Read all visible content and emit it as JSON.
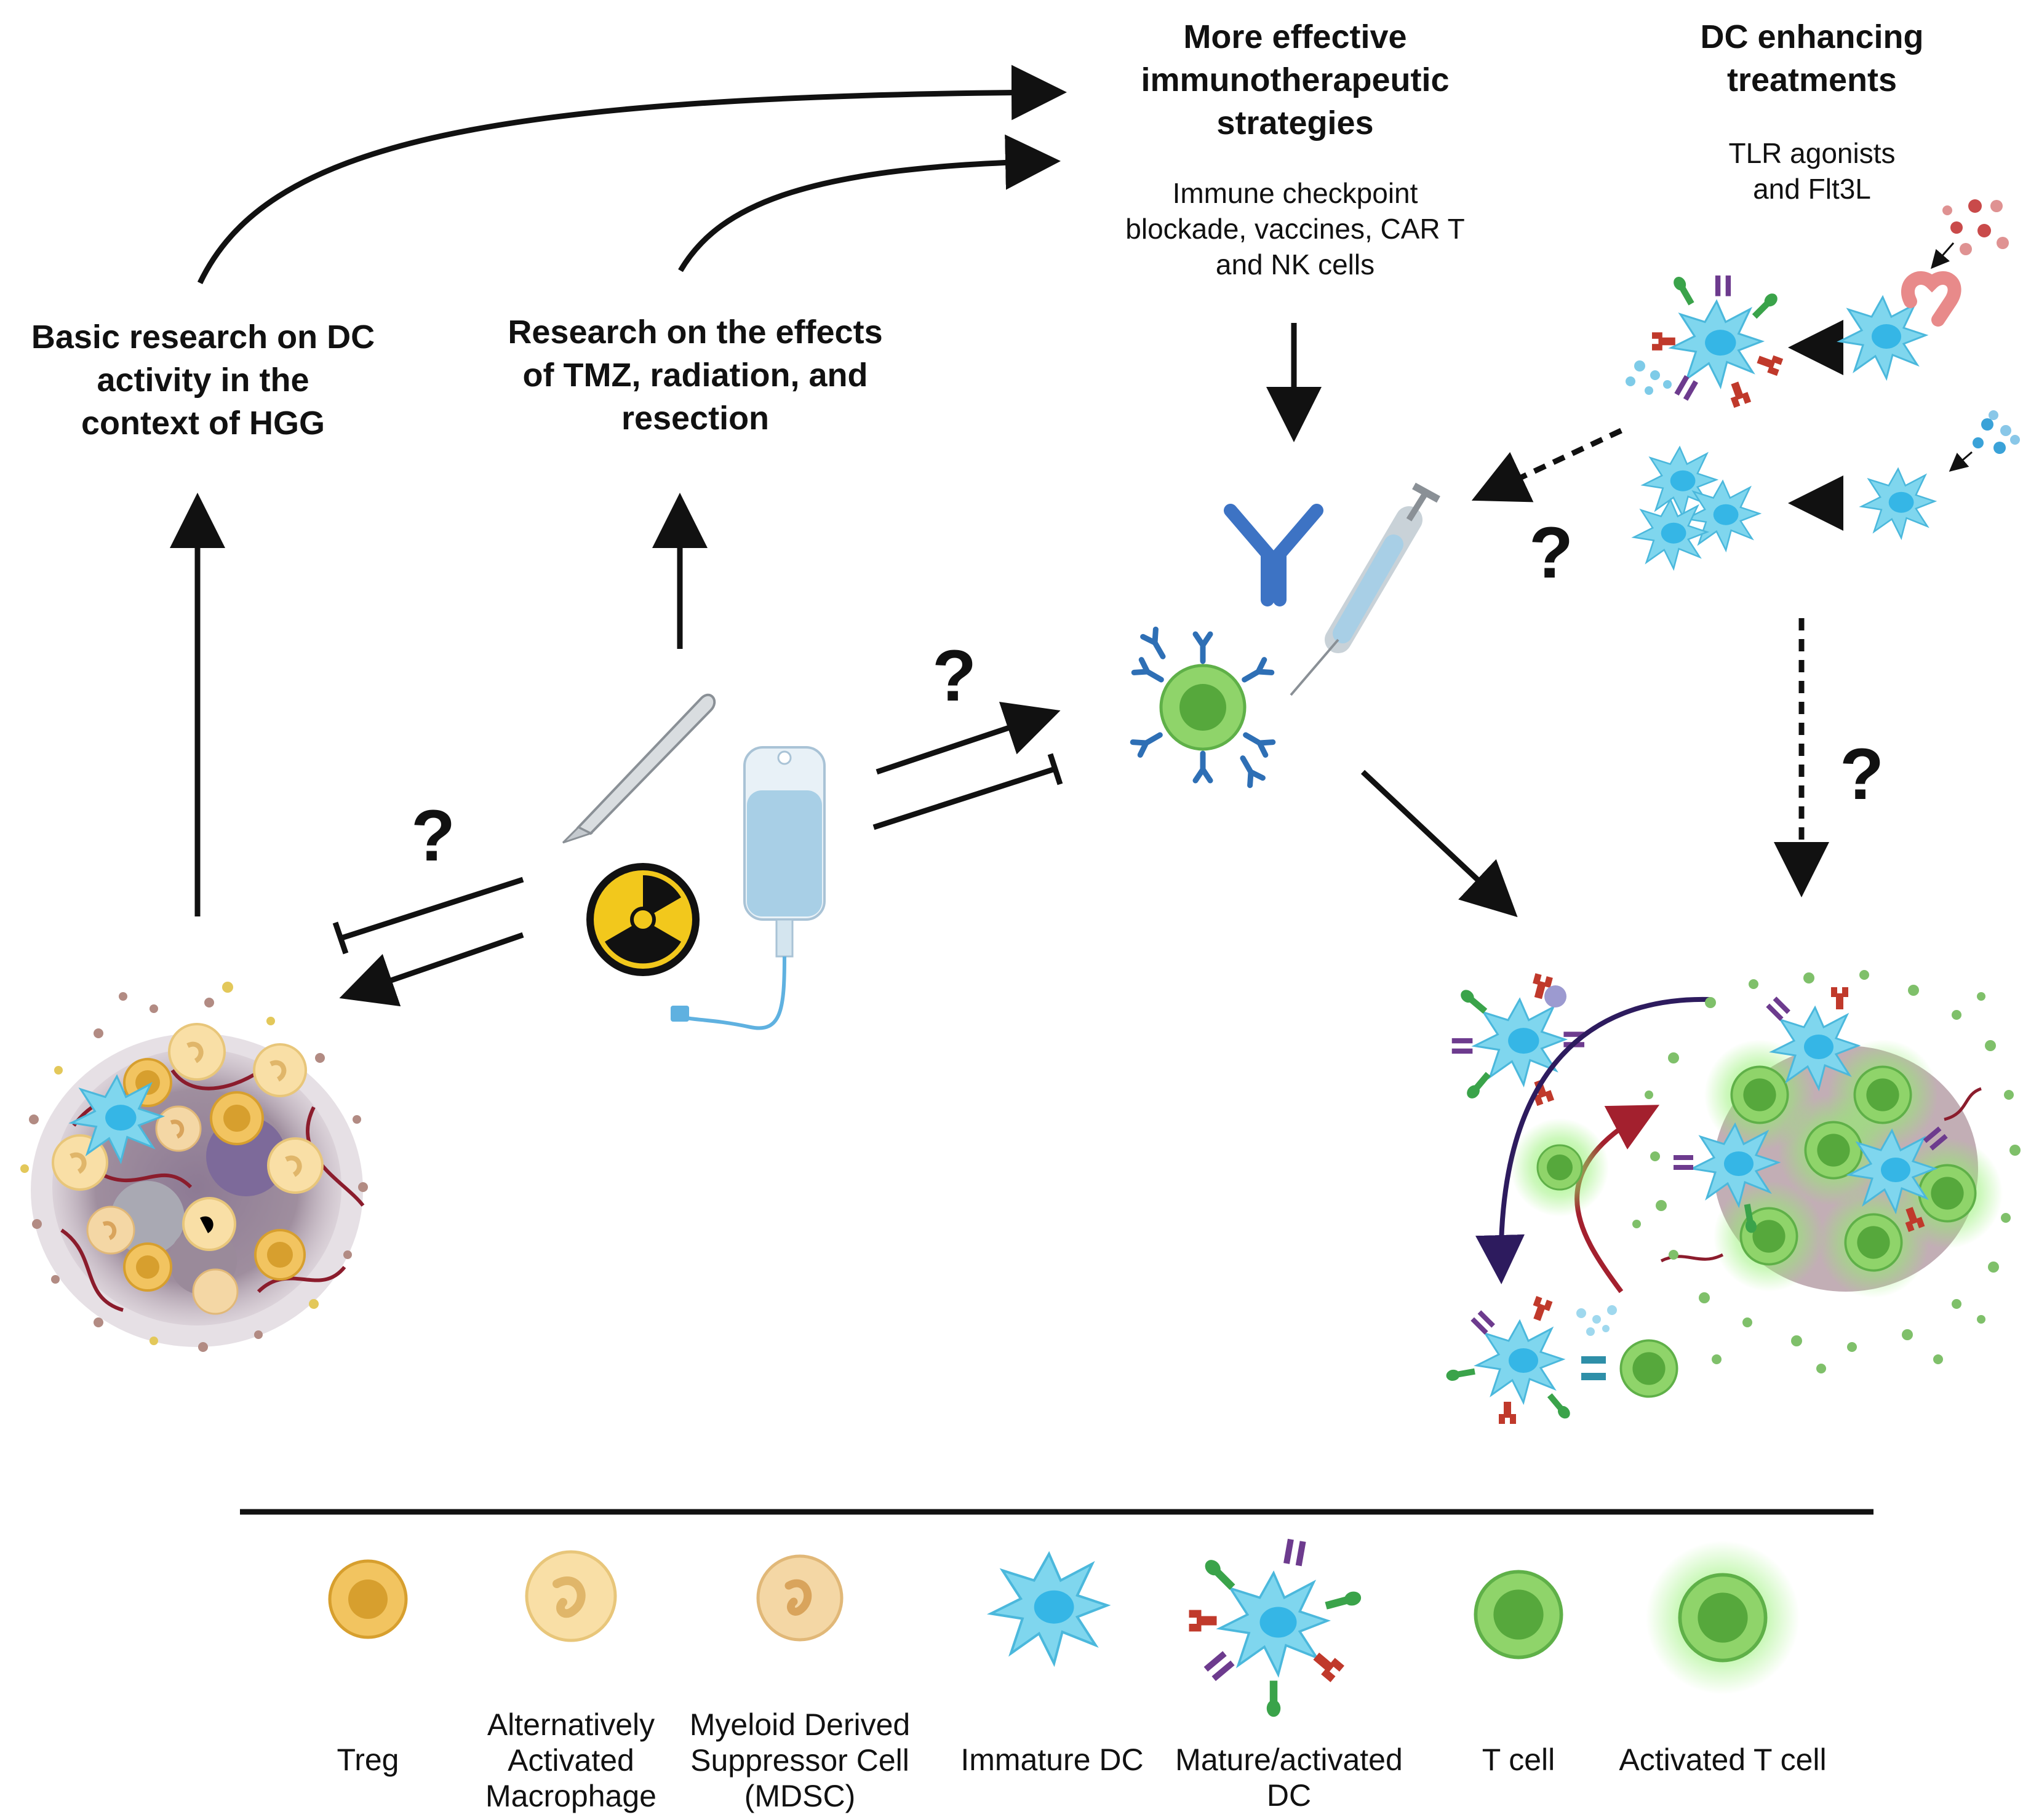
{
  "headings": {
    "immuno_title": "More effective\nimmunotherapeutic\nstrategies",
    "immuno_sub": "Immune checkpoint\nblockade, vaccines, CAR T\nand NK cells",
    "dc_title": "DC enhancing\ntreatments",
    "dc_sub": "TLR agonists\nand Flt3L",
    "basic_research": "Basic research on DC\nactivity in the\ncontext of HGG",
    "effects_research": "Research on the effects\nof TMZ, radiation, and\nresection"
  },
  "question_mark": "?",
  "legend": [
    {
      "label": "Treg",
      "icon": "treg-icon"
    },
    {
      "label": "Alternatively\nActivated\nMacrophage",
      "icon": "macrophage-icon"
    },
    {
      "label": "Myeloid Derived\nSuppressor Cell\n(MDSC)",
      "icon": "mdsc-icon"
    },
    {
      "label": "Immature DC",
      "icon": "immature-dc-icon"
    },
    {
      "label": "Mature/activated\nDC",
      "icon": "mature-dc-icon"
    },
    {
      "label": "T cell",
      "icon": "t-cell-icon"
    },
    {
      "label": "Activated T cell",
      "icon": "activated-t-cell-icon"
    }
  ],
  "colors": {
    "arrow": "#111111",
    "dc_body": "#7fd6ee",
    "dc_nucleus": "#35b6e6",
    "t_cell": "#8fd46a",
    "t_cell_nucleus": "#56a83c",
    "treg": "#f2c460",
    "macrophage": "#f9dfa6",
    "vessel": "#8b1c2c",
    "radiation": "#f2c81c",
    "antibody": "#3d73c4",
    "dendrite_curve": "#2d1b5e",
    "t_curve": "#a3202e"
  }
}
